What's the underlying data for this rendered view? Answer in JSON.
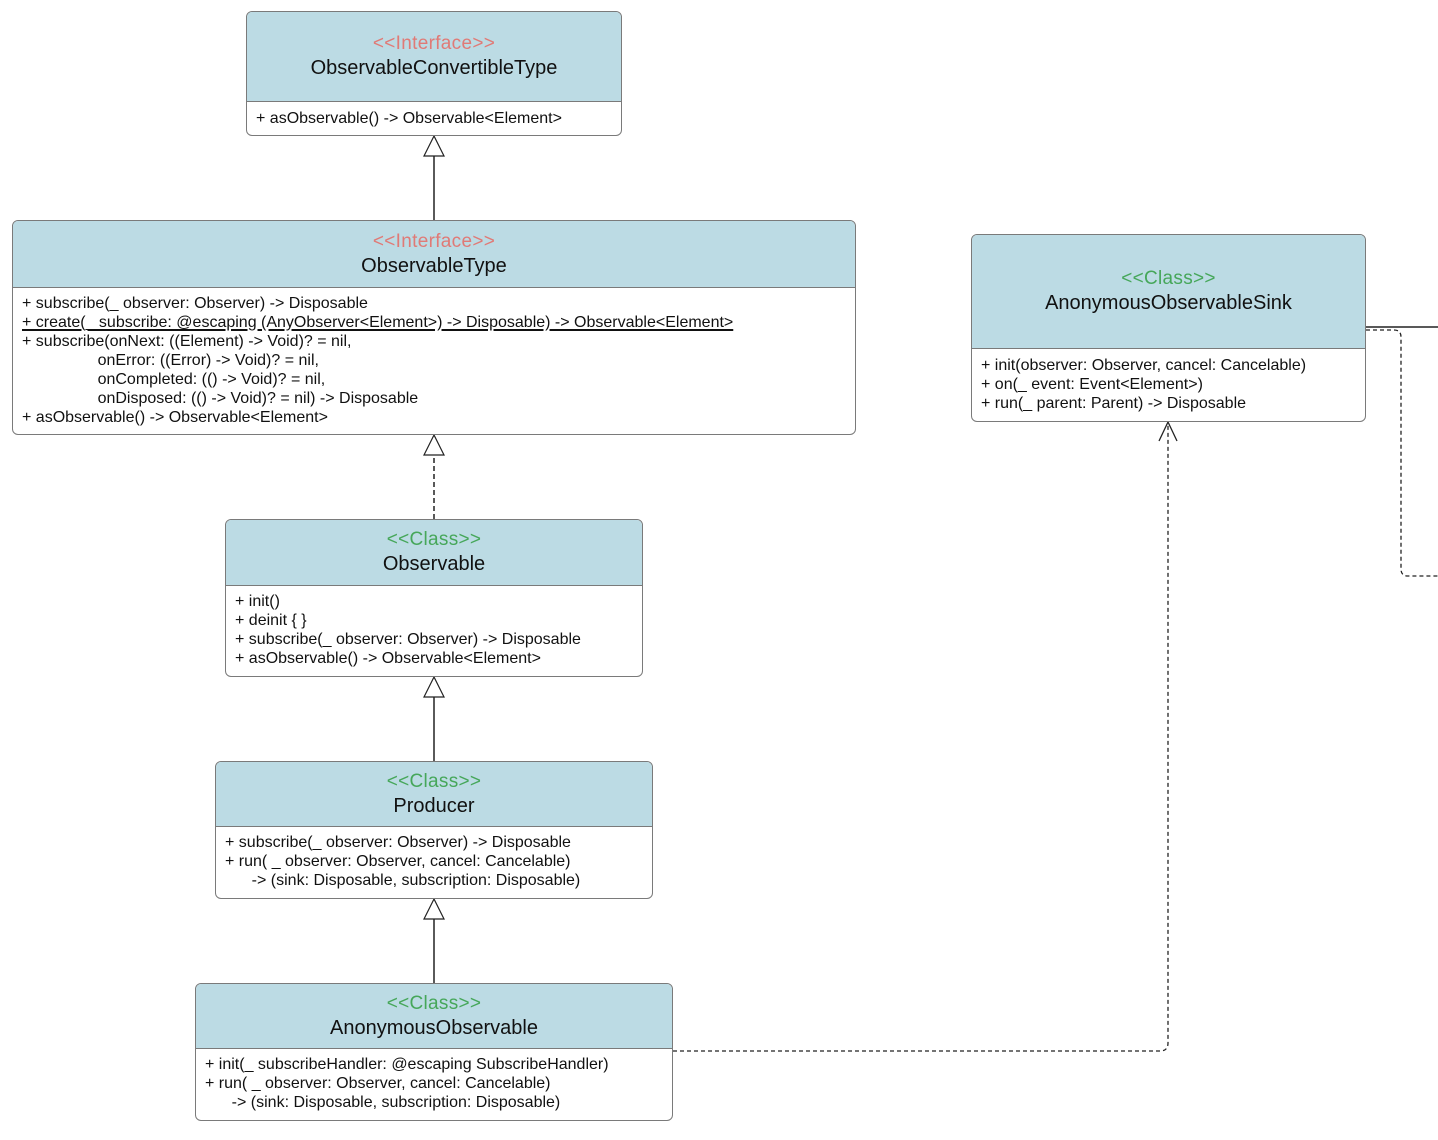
{
  "diagram": {
    "type": "uml-class-diagram",
    "nodes": [
      {
        "id": "observable-convertible-type",
        "kind": "interface",
        "stereotype": "<<Interface>>",
        "name": "ObservableConvertibleType",
        "members": [
          {
            "text": "+ asObservable() -> Observable<Element>"
          }
        ]
      },
      {
        "id": "observable-type",
        "kind": "interface",
        "stereotype": "<<Interface>>",
        "name": "ObservableType",
        "members": [
          {
            "text": "+ subscribe(_ observer: Observer) -> Disposable"
          },
          {
            "text": "+ create(_ subscribe: @escaping (AnyObserver<Element>) -> Disposable) -> Observable<Element>",
            "static": true
          },
          {
            "text": "+ subscribe(onNext: ((Element) -> Void)? = nil,"
          },
          {
            "text": "                 onError: ((Error) -> Void)? = nil,"
          },
          {
            "text": "                 onCompleted: (() -> Void)? = nil,"
          },
          {
            "text": "                 onDisposed: (() -> Void)? = nil) -> Disposable"
          },
          {
            "text": "+ asObservable() -> Observable<Element>"
          }
        ]
      },
      {
        "id": "observable",
        "kind": "class",
        "stereotype": "<<Class>>",
        "name": "Observable",
        "members": [
          {
            "text": "+ init()"
          },
          {
            "text": "+ deinit { }"
          },
          {
            "text": "+ subscribe(_ observer: Observer) -> Disposable"
          },
          {
            "text": "+ asObservable() -> Observable<Element>"
          }
        ]
      },
      {
        "id": "producer",
        "kind": "class",
        "stereotype": "<<Class>>",
        "name": "Producer",
        "members": [
          {
            "text": "+ subscribe(_ observer: Observer) -> Disposable"
          },
          {
            "text": "+ run( _ observer: Observer, cancel: Cancelable)"
          },
          {
            "text": "      -> (sink: Disposable, subscription: Disposable)"
          }
        ]
      },
      {
        "id": "anonymous-observable",
        "kind": "class",
        "stereotype": "<<Class>>",
        "name": "AnonymousObservable",
        "members": [
          {
            "text": "+ init(_ subscribeHandler: @escaping SubscribeHandler)"
          },
          {
            "text": "+ run( _ observer: Observer, cancel: Cancelable)"
          },
          {
            "text": "      -> (sink: Disposable, subscription: Disposable)"
          }
        ]
      },
      {
        "id": "anonymous-observable-sink",
        "kind": "class",
        "stereotype": "<<Class>>",
        "name": "AnonymousObservableSink",
        "members": [
          {
            "text": "+ init(observer: Observer, cancel: Cancelable)"
          },
          {
            "text": "+ on(_ event: Event<Element>)"
          },
          {
            "text": "+ run(_ parent: Parent) -> Disposable"
          }
        ]
      }
    ],
    "edges": [
      {
        "from": "observable-type",
        "to": "observable-convertible-type",
        "relation": "generalization",
        "line": "solid"
      },
      {
        "from": "observable",
        "to": "observable-type",
        "relation": "realization",
        "line": "dashed"
      },
      {
        "from": "producer",
        "to": "observable",
        "relation": "generalization",
        "line": "solid"
      },
      {
        "from": "anonymous-observable",
        "to": "producer",
        "relation": "generalization",
        "line": "solid"
      },
      {
        "from": "anonymous-observable",
        "to": "anonymous-observable-sink",
        "relation": "dependency",
        "line": "dashed"
      },
      {
        "from": "anonymous-observable-sink",
        "to": "offscreen-right",
        "relation": "association",
        "line": "solid"
      },
      {
        "from": "anonymous-observable-sink",
        "to": "offscreen-right",
        "relation": "dependency",
        "line": "dashed"
      }
    ],
    "colors": {
      "header_fill": "#bcdbe4",
      "interface_stereotype": "#e07a76",
      "class_stereotype": "#46a75a",
      "border": "#7a7a7a",
      "line": "#222222"
    }
  }
}
